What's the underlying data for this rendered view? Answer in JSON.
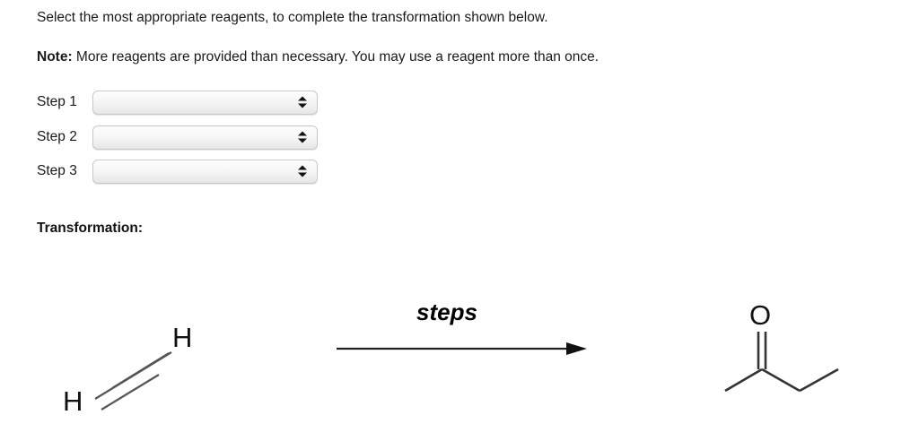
{
  "page": {
    "background_color": "#ffffff",
    "text_color": "#1a1a1a"
  },
  "instruction": {
    "text": "Select the most appropriate reagents, to complete the transformation shown below."
  },
  "note": {
    "label": "Note:",
    "text": " More reagents are provided than necessary. You may use a reagent more than once."
  },
  "steps": [
    {
      "label": "Step 1",
      "value": "",
      "placeholder": ""
    },
    {
      "label": "Step 2",
      "value": "",
      "placeholder": ""
    },
    {
      "label": "Step 3",
      "value": "",
      "placeholder": ""
    }
  ],
  "transformation": {
    "heading": "Transformation:",
    "arrow_label": "steps",
    "reactant": {
      "name": "acetylene",
      "atom_labels": [
        "H",
        "H"
      ],
      "bond_type": "triple"
    },
    "product": {
      "name": "butan-2-one",
      "atom_labels": [
        "O"
      ],
      "bond_type": "double-carbonyl"
    }
  }
}
